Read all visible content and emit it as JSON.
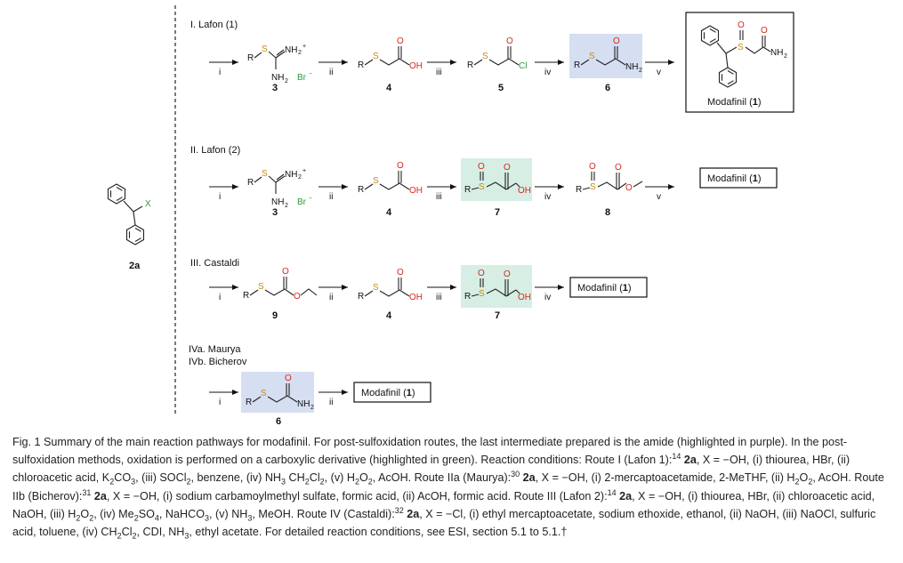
{
  "routes": {
    "r1": {
      "title": "I. Lafon (1)"
    },
    "r2": {
      "title": "II. Lafon (2)"
    },
    "r3": {
      "title": "III. Castaldi"
    },
    "r4a": {
      "title": "IVa. Maurya"
    },
    "r4b": {
      "title": "IVb. Bicherov"
    }
  },
  "steps": {
    "i": "i",
    "ii": "ii",
    "iii": "iii",
    "iv": "iv",
    "v": "v"
  },
  "compounds": {
    "c2a": "2a",
    "c3": "3",
    "c4": "4",
    "c5": "5",
    "c6": "6",
    "c7": "7",
    "c8": "8",
    "c9": "9"
  },
  "atoms": {
    "R": "R",
    "S": "S",
    "O": "O",
    "X": "X",
    "OH": "OH",
    "Cl": "Cl",
    "NH": "NH",
    "Br": "Br",
    "plus": "+",
    "two": "2",
    "minus": "−"
  },
  "modafinil": {
    "name": "Modafinil",
    "num": "1",
    "label": "Modafinil (1)"
  },
  "colors": {
    "amide_highlight": "#d6def2",
    "acid_highlight": "#d6eee3",
    "text": "#222222"
  },
  "caption": {
    "figLabel": "Fig. 1",
    "parts": [
      {
        "t": "  Summary of the main reaction pathways for modafinil. For post-sulfoxidation routes, the last intermediate prepared is the amide (highlighted in purple). In the post-sulfoxidation methods, oxidation is performed on a carboxylic derivative (highlighted in green). Reaction conditions: Route I (Lafon 1):"
      },
      {
        "t": "14",
        "sup": true
      },
      {
        "t": " "
      },
      {
        "t": "2a",
        "b": true
      },
      {
        "t": ", X = −OH, (i) thiourea, HBr, (ii) chloroacetic acid, K"
      },
      {
        "t": "2",
        "sub": true
      },
      {
        "t": "CO"
      },
      {
        "t": "3",
        "sub": true
      },
      {
        "t": ", (iii) SOCl"
      },
      {
        "t": "2",
        "sub": true
      },
      {
        "t": ", benzene, (iv) NH"
      },
      {
        "t": "3",
        "sub": true
      },
      {
        "t": " CH"
      },
      {
        "t": "2",
        "sub": true
      },
      {
        "t": "Cl"
      },
      {
        "t": "2",
        "sub": true
      },
      {
        "t": ", (v) H"
      },
      {
        "t": "2",
        "sub": true
      },
      {
        "t": "O"
      },
      {
        "t": "2",
        "sub": true
      },
      {
        "t": ", AcOH. Route IIa (Maurya):"
      },
      {
        "t": "30",
        "sup": true
      },
      {
        "t": " "
      },
      {
        "t": "2a",
        "b": true
      },
      {
        "t": ", X = −OH, (i) 2-mercaptoacetamide, 2-MeTHF, (ii) H"
      },
      {
        "t": "2",
        "sub": true
      },
      {
        "t": "O"
      },
      {
        "t": "2",
        "sub": true
      },
      {
        "t": ", AcOH. Route IIb (Bicherov):"
      },
      {
        "t": "31",
        "sup": true
      },
      {
        "t": " "
      },
      {
        "t": "2a",
        "b": true
      },
      {
        "t": ", X = −OH, (i) sodium carbamoylmethyl sulfate, formic acid, (ii) AcOH, formic acid. Route III (Lafon 2):"
      },
      {
        "t": "14",
        "sup": true
      },
      {
        "t": " "
      },
      {
        "t": "2a",
        "b": true
      },
      {
        "t": ", X = −OH, (i) thiourea, HBr, (ii) chloroacetic acid, NaOH, (iii) H"
      },
      {
        "t": "2",
        "sub": true
      },
      {
        "t": "O"
      },
      {
        "t": "2",
        "sub": true
      },
      {
        "t": ", (iv) Me"
      },
      {
        "t": "2",
        "sub": true
      },
      {
        "t": "SO"
      },
      {
        "t": "4",
        "sub": true
      },
      {
        "t": ", NaHCO"
      },
      {
        "t": "3",
        "sub": true
      },
      {
        "t": ", (v) NH"
      },
      {
        "t": "3",
        "sub": true
      },
      {
        "t": ", MeOH. Route IV (Castaldi):"
      },
      {
        "t": "32",
        "sup": true
      },
      {
        "t": " "
      },
      {
        "t": "2a",
        "b": true
      },
      {
        "t": ", X = −Cl, (i) ethyl mercaptoacetate, sodium ethoxide, ethanol, (ii) NaOH, (iii) NaOCl, sulfuric acid, toluene, (iv) CH"
      },
      {
        "t": "2",
        "sub": true
      },
      {
        "t": "Cl"
      },
      {
        "t": "2",
        "sub": true
      },
      {
        "t": ", CDI, NH"
      },
      {
        "t": "3",
        "sub": true
      },
      {
        "t": ", ethyl acetate. For detailed reaction conditions, see ESI, section 5.1 to 5.1.†"
      }
    ]
  }
}
